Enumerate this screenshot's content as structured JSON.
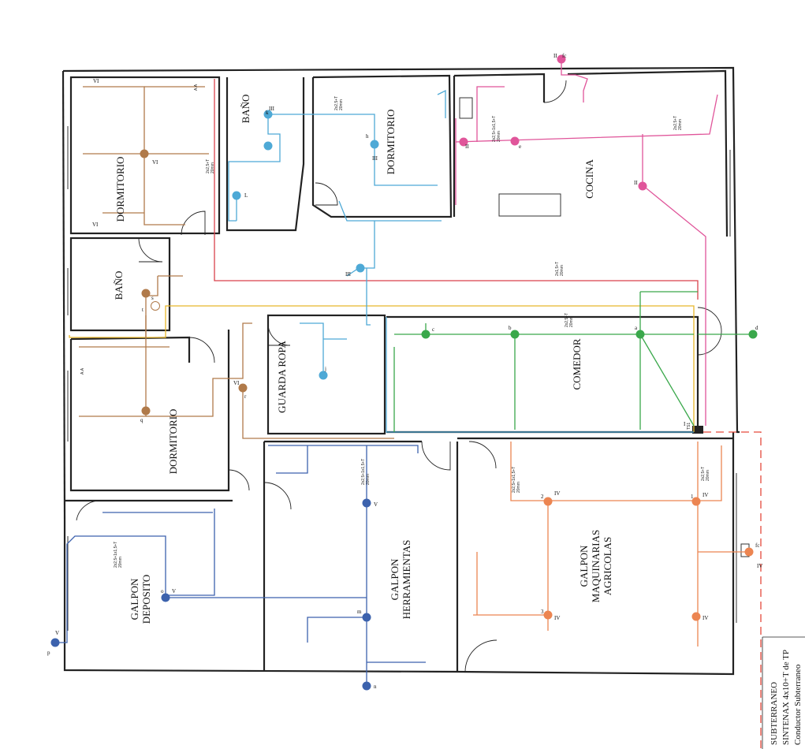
{
  "rooms": {
    "dormitorio_1": "DORMITORIO",
    "bano_1": "BAÑO",
    "dormitorio_2": "DORMITORIO",
    "cocina": "COCINA",
    "bano_2": "BAÑO",
    "dormitorio_3": "DORMITORIO",
    "guarda_ropa": "GUARDA ROPA",
    "comedor": "COMEDOR",
    "galpon_deposito_1": "GALPON",
    "galpon_deposito_2": "DEPOSITO",
    "galpon_herramientas_1": "GALPON",
    "galpon_herramientas_2": "HERRAMIENTAS",
    "galpon_maquinarias_1": "GALPON",
    "galpon_maquinarias_2": "MAQUINARIAS",
    "galpon_maquinarias_3": "AGRICOLAS"
  },
  "notes": {
    "cable_a": "2x2,5+T",
    "cable_b": "20mm",
    "cable_c": "2x2,5+1x1,5+T",
    "cable_d": "2x1,5+T",
    "aa_1": "A.A",
    "aa_2": "A.A",
    "ts1": "TS1",
    "subterraneo_title": "SUBTERRANEO",
    "subterraneo_line1": "SINTENAX 4x10+T de TP",
    "subterraneo_line2": "Conductor Subterraneo"
  },
  "symbols": {
    "VI": "VI",
    "III": "III",
    "II": "II",
    "IV": "IV",
    "V": "V",
    "I": "I",
    "k": "k",
    "h": "h",
    "j": "j",
    "m": "m",
    "n": "n",
    "p": "p",
    "q": "q",
    "s": "s",
    "t": "t",
    "e": "e",
    "c": "c",
    "d": "d",
    "b": "b",
    "a": "a",
    "fc": "fc",
    "o": "o",
    "r": "r",
    "L": "L",
    "f": "f",
    "n1": "1",
    "n2": "2",
    "n3": "3"
  },
  "colors": {
    "brown": "#b07a4a",
    "red": "#d9414b",
    "cyan": "#4ea9d6",
    "pink": "#e0559a",
    "green": "#3aa84b",
    "yellow": "#e8b62b",
    "navy": "#3c62ad",
    "orange": "#ec8551",
    "dashed_red": "#e5493b"
  }
}
